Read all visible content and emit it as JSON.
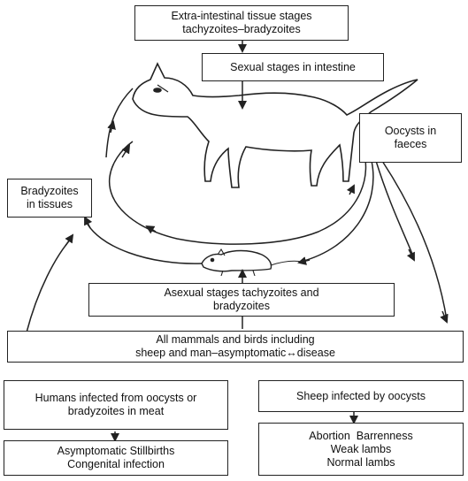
{
  "boxes": {
    "extra_intestinal": [
      "Extra-intestinal tissue stages",
      "tachyzoites–bradyzoites"
    ],
    "sexual_stages": [
      "Sexual stages in intestine"
    ],
    "oocysts": [
      "Oocysts in",
      "faeces"
    ],
    "bradyzoites_tissues": [
      "Bradyzoites",
      "in tissues"
    ],
    "asexual_stages": [
      "Asexual stages tachyzoites and",
      "bradyzoites"
    ],
    "all_mammals": [
      "All mammals and birds including",
      "sheep and man–asymptomatic↔disease"
    ],
    "humans_infected": [
      "Humans infected from oocysts or",
      "bradyzoites in meat"
    ],
    "sheep_infected": [
      "Sheep infected by oocysts"
    ],
    "human_outcomes": [
      "Asymptomatic Stillbirths",
      "Congenital infection"
    ],
    "sheep_outcomes": [
      "Abortion  Barrenness",
      "Weak lambs",
      "Normal lambs"
    ]
  },
  "colors": {
    "line": "#222222",
    "fill": "#ffffff"
  }
}
